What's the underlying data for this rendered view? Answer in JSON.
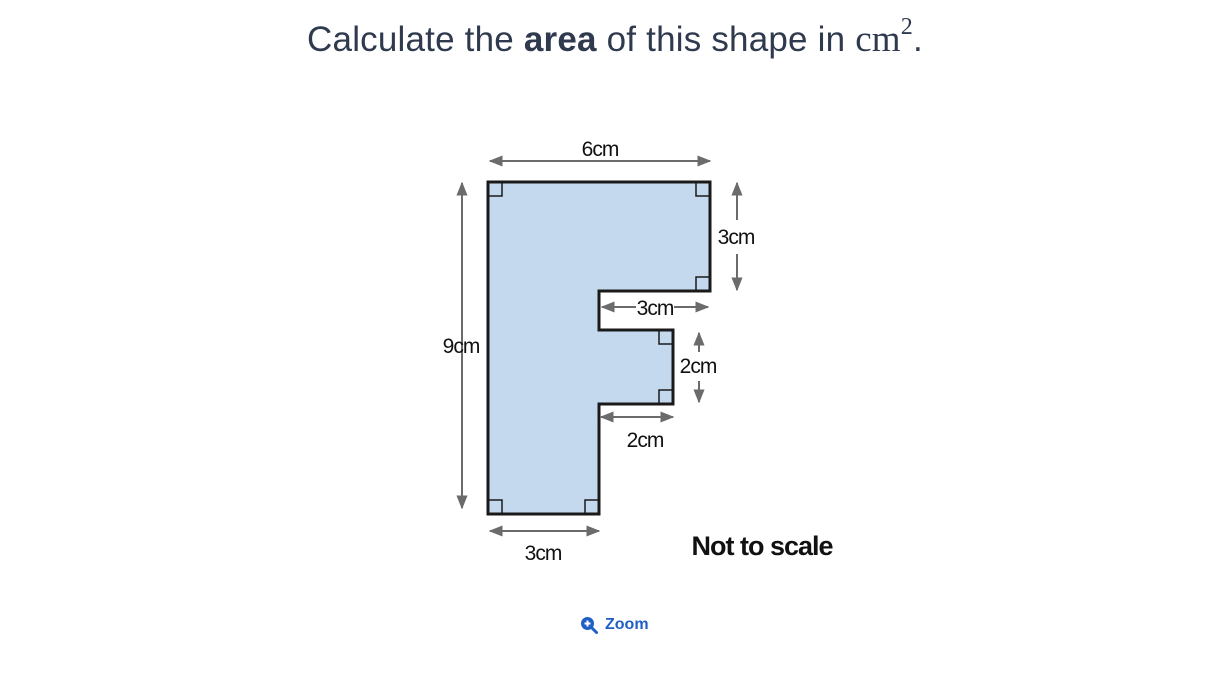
{
  "question": {
    "prefix": "Calculate the ",
    "bold": "area",
    "middle": " of this shape in ",
    "unit": "cm",
    "exponent": "2",
    "suffix": "."
  },
  "diagram": {
    "labels": {
      "top": "6cm",
      "left": "9cm",
      "right_upper": "3cm",
      "notch_width": "3cm",
      "notch_height": "2cm",
      "step_width": "2cm",
      "bottom": "3cm"
    },
    "note": "Not to scale",
    "fill_color": "#c5d9ee",
    "stroke_color": "#1a1a1a",
    "arrow_color": "#6b6b6b"
  },
  "zoom": {
    "label": "Zoom",
    "icon": "zoom-in-icon"
  }
}
